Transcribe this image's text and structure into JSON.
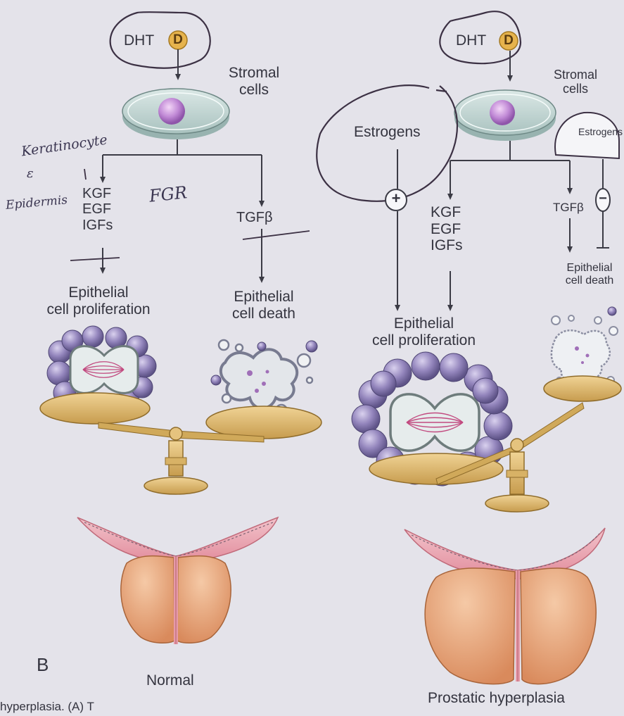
{
  "normal": {
    "hormone": "DHT",
    "hormone_badge": "D",
    "stromal_label": "Stromal\ncells",
    "growth_factors": "KGF\nEGF\nIGFs",
    "tgf": "TGFβ",
    "proliferation": "Epithelial\ncell proliferation",
    "death": "Epithelial\ncell death",
    "title": "Normal"
  },
  "hyperplasia": {
    "hormone": "DHT",
    "hormone_badge": "D",
    "stromal_label": "Stromal\ncells",
    "estrogens_left": "Estrogens",
    "estrogens_right": "Estrogens",
    "plus": "+",
    "minus": "−",
    "growth_factors": "KGF\nEGF\nIGFs",
    "tgf": "TGFβ",
    "proliferation": "Epithelial\ncell proliferation",
    "death": "Epithelial\ncell death",
    "title": "Prostatic hyperplasia"
  },
  "panel_letter": "B",
  "caption_fragment": "hyperplasia. (A) T",
  "handwriting": {
    "keratinocyte": "Keratinocyte",
    "amp": "ε",
    "epidermis": "Epidermis",
    "fgf": "FGR"
  },
  "colors": {
    "background": "#e4e3ea",
    "nucleus": "#b07acb",
    "cell_body": "#bdd2d0",
    "cluster": "#8a7bb0",
    "balance": "#d9b670",
    "prostate": "#e9aa7f",
    "urethra_pink": "#e79aa8",
    "ink": "#3c3144",
    "badge": "#e6b34d"
  }
}
